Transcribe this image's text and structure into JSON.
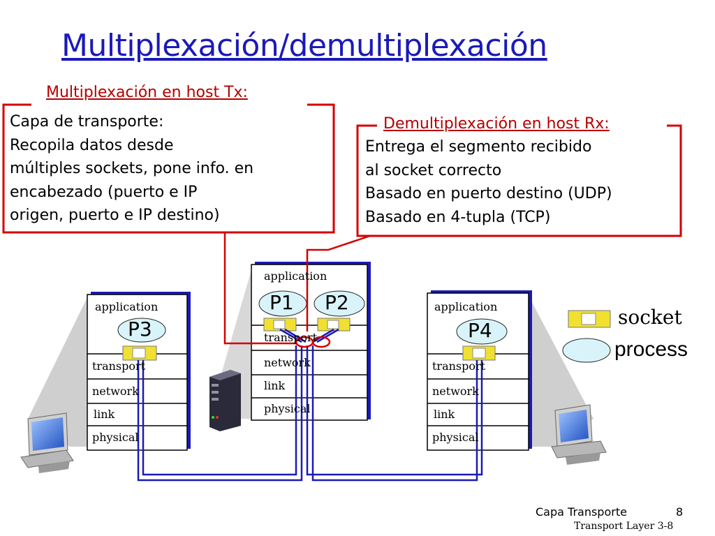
{
  "title": "Multiplexación/demultiplexación",
  "left_callout": {
    "heading": "Multiplexación en host Tx:",
    "lines": [
      "Capa de transporte:",
      "Recopila datos desde",
      "múltiples sockets, pone info. en",
      "encabezado (puerto e IP",
      "origen, puerto e IP destino)"
    ]
  },
  "right_callout": {
    "heading": "Demultiplexación en host Rx:",
    "lines": [
      "Entrega el segmento recibido",
      "al socket correcto",
      "Basado en puerto destino (UDP)",
      "Basado en 4-tupla (TCP)"
    ]
  },
  "hosts": {
    "left": {
      "layers": [
        "application",
        "transport",
        "network",
        "link",
        "physical"
      ],
      "process": "P3"
    },
    "center": {
      "layers": [
        "application",
        "transport",
        "network",
        "link",
        "physical"
      ],
      "processes": [
        "P1",
        "P2"
      ]
    },
    "right": {
      "layers": [
        "application",
        "transport",
        "network",
        "link",
        "physical"
      ],
      "process": "P4"
    }
  },
  "legend": {
    "socket": "socket",
    "process": "process"
  },
  "footer": {
    "chapter": "Capa Transporte",
    "page": "8",
    "slide": "Transport Layer",
    "slide_num": "3-8"
  },
  "colors": {
    "title": "#1a1ab8",
    "callout_heading": "#b40000",
    "callout_border": "#d40000",
    "wire": "#1a1ab8",
    "process_fill": "#d8f4fa",
    "socket_fill": "#f0e030"
  }
}
